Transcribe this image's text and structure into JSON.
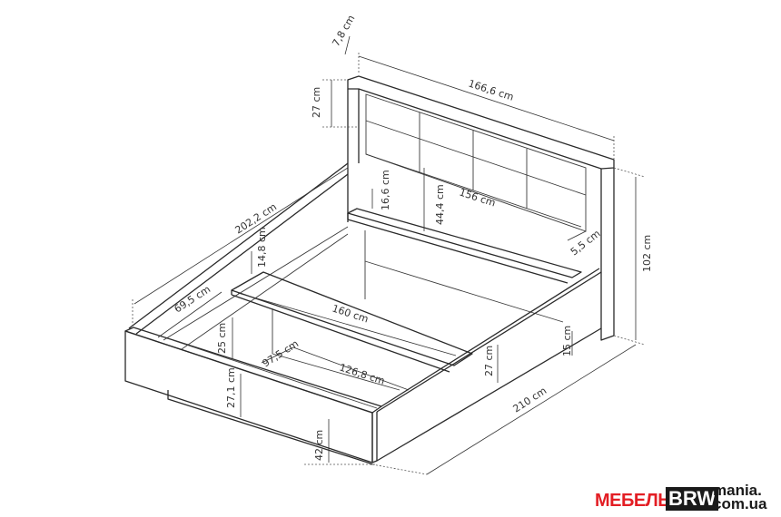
{
  "dimensions": {
    "headboard_depth": "7,8 cm",
    "overall_width": "166,6 cm",
    "headboard_top": "27 cm",
    "headboard_panel_height": "16,6 cm",
    "panel_to_shelf": "44,4 cm",
    "panel_width": "156 cm",
    "shelf_depth": "5,5 cm",
    "total_height": "102 cm",
    "overall_length": "202,2 cm",
    "rail_height": "14,8 cm",
    "front_to_slat": "69,5 cm",
    "inner_width": "160 cm",
    "rail_drop": "25 cm",
    "storage_depth": "97,5 cm",
    "storage_width": "126,8 cm",
    "side_height": "27 cm",
    "front_height": "27,1 cm",
    "post_clearance": "15 cm",
    "length_total": "210 cm",
    "floor_to_top": "42 cm"
  },
  "logo": {
    "part1": "МЕБЕЛЬ",
    "part2": "BRW",
    "part3": "mania.",
    "part4": "com.ua"
  }
}
